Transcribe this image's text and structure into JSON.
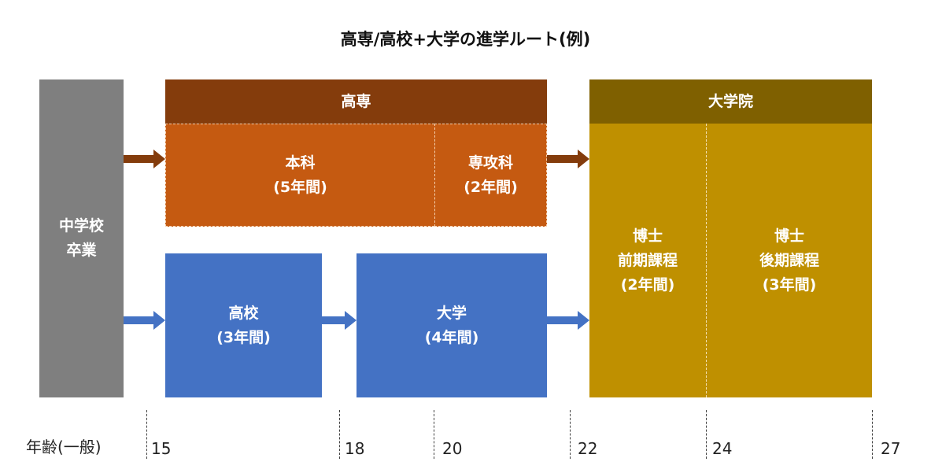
{
  "title": "高専/高校+大学の進学ルート(例)",
  "boxes": {
    "chugaku": "中学校\n卒業",
    "kosen_header": "高専",
    "honka": "本科\n(5年間)",
    "senkoka": "専攻科\n(2年間)",
    "koko": "高校\n(3年間)",
    "daigaku": "大学\n(4年間)",
    "daigakuin_header": "大学院",
    "hakase_zenki": "博士\n前期課程\n(2年間)",
    "hakase_koki": "博士\n後期課程\n(3年間)"
  },
  "age_axis": {
    "caption": "年齢(一般)",
    "ages": [
      "15",
      "18",
      "20",
      "22",
      "24",
      "27"
    ]
  },
  "colors": {
    "gray": "#7f7f7f",
    "kosen_dark": "#843c0c",
    "kosen": "#c55a11",
    "blue": "#4472c4",
    "grad_dark": "#7f6000",
    "grad": "#bf9000"
  }
}
